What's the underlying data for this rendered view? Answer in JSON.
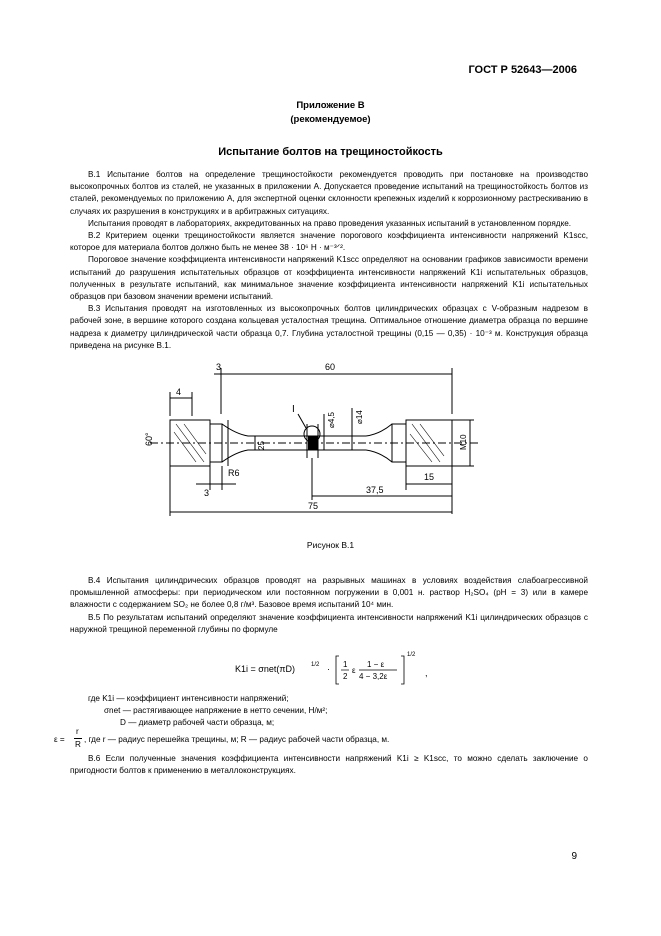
{
  "header": {
    "doc_code": "ГОСТ Р 52643—2006"
  },
  "appendix": {
    "title": "Приложение В",
    "subtitle": "(рекомендуемое)"
  },
  "section_title": "Испытание болтов на трещиностойкость",
  "paragraphs_top": [
    "В.1  Испытание болтов на определение трещиностойкости рекомендуется проводить при постановке на производство высокопрочных болтов из сталей, не указанных в приложении А. Допускается проведение испытаний на трещиностойкость болтов из сталей, рекомендуемых по приложению А, для экспертной оценки склонности крепежных изделий к коррозионному растрескиванию в случаях их разрушения в конструкциях и в арбитражных ситуациях.",
    "Испытания проводят в лабораториях, аккредитованных на право проведения указанных испытаний в установленном порядке.",
    "В.2  Критерием оценки трещиностойкости является значение порогового коэффициента интенсивности напряжений K1scc, которое для материала болтов должно быть не менее 38 · 10⁶ Н · м⁻³ᐟ².",
    "Пороговое значение коэффициента интенсивности напряжений K1scc определяют на основании графиков зависимости времени испытаний до разрушения испытательных образцов от коэффициента интенсивности напряжений K1i испытательных образцов, полученных в результате испытаний, как минимальное значение коэффициента интенсивности напряжений K1i испытательных образцов при базовом значении времени испытаний.",
    "В.3  Испытания проводят на изготовленных из высокопрочных болтов цилиндрических образцах с V-образным надрезом в рабочей зоне, в вершине которого создана кольцевая усталостная трещина. Оптимальное отношение диаметра образца по вершине надреза к диаметру цилиндрической части образца 0,7. Глубина усталостной трещины (0,15 — 0,35) · 10⁻³ м. Конструкция образца приведена на рисунке В.1."
  ],
  "figure": {
    "caption": "Рисунок В.1",
    "dims": {
      "d60": "60",
      "d4": "4",
      "d3_top": "3",
      "d3_bottom": "3",
      "angle": "60°",
      "r6": "R6",
      "d25": "25",
      "dia14": "⌀14",
      "dia45": "⌀4,5",
      "m10": "M10",
      "d15": "15",
      "d37": "37,5",
      "d75": "75",
      "detail": "I"
    }
  },
  "paragraphs_bottom": [
    "В.4  Испытания цилиндрических образцов проводят на разрывных машинах в условиях воздействия слабоагрессивной промышленной атмосферы: при периодическом или постоянном погружении в 0,001 н. раствор H₂SO₄ (pH = 3) или в камере влажности с содержанием SO₂ не более 0,8 г/м³. Базовое время испытаний 10⁴ мин.",
    "В.5  По результатам испытаний определяют значение коэффициента интенсивности напряжений K1i цилиндрических образцов с наружной трещиной переменной глубины по формуле"
  ],
  "formula": {
    "lhs": "K1i = σnet(πD)",
    "exp_half": "1/2",
    "half": "1",
    "two": "2",
    "eps": "ε",
    "num": "1 − ε",
    "den": "4 − 3,2ε",
    "comma": ","
  },
  "definitions": [
    "где K1i — коэффициент интенсивности напряжений;",
    "σnet — растягивающее напряжение в нетто сечении, Н/м²;",
    "D — диаметр рабочей части образца, м;"
  ],
  "eps_def": {
    "lhs": "ε =",
    "num": "r",
    "den": "R",
    "text": ", где r — радиус перешейка трещины, м; R — радиус рабочей части образца, м."
  },
  "paragraph_last": "В.6  Если полученные значения коэффициента интенсивности напряжений K1i ≥ K1scc, то можно сделать заключение о пригодности болтов к применению в металлоконструкциях.",
  "page_number": "9"
}
